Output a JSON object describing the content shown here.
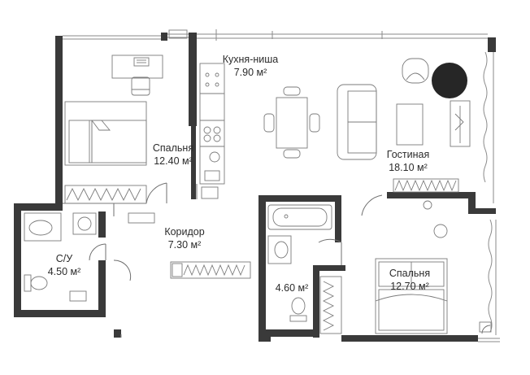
{
  "rooms": [
    {
      "key": "kitchen",
      "name": "Кухня-ниша",
      "area": "7.90 м²"
    },
    {
      "key": "bedroom1",
      "name": "Спальня",
      "area": "12.40 м²"
    },
    {
      "key": "living",
      "name": "Гостиная",
      "area": "18.10 м²"
    },
    {
      "key": "corridor",
      "name": "Коридор",
      "area": "7.30 м²"
    },
    {
      "key": "wc",
      "name": "С/У",
      "area": "4.50 м²"
    },
    {
      "key": "bath",
      "name": "",
      "area": "4.60 м²"
    },
    {
      "key": "bedroom2",
      "name": "Спальня",
      "area": "12.70 м²"
    }
  ],
  "colors": {
    "wall": "#3a3a3a",
    "line": "#7b7b7b",
    "text": "#2b2b2b",
    "lamp": "#262626"
  },
  "icons": [
    "bed-icon",
    "sofa-icon",
    "dining-table-icon",
    "desk-icon",
    "armchair-icon",
    "bathtub-icon",
    "toilet-icon",
    "sink-icon",
    "washing-machine-icon",
    "stove-icon",
    "wardrobe-icon",
    "floor-lamp-icon"
  ]
}
